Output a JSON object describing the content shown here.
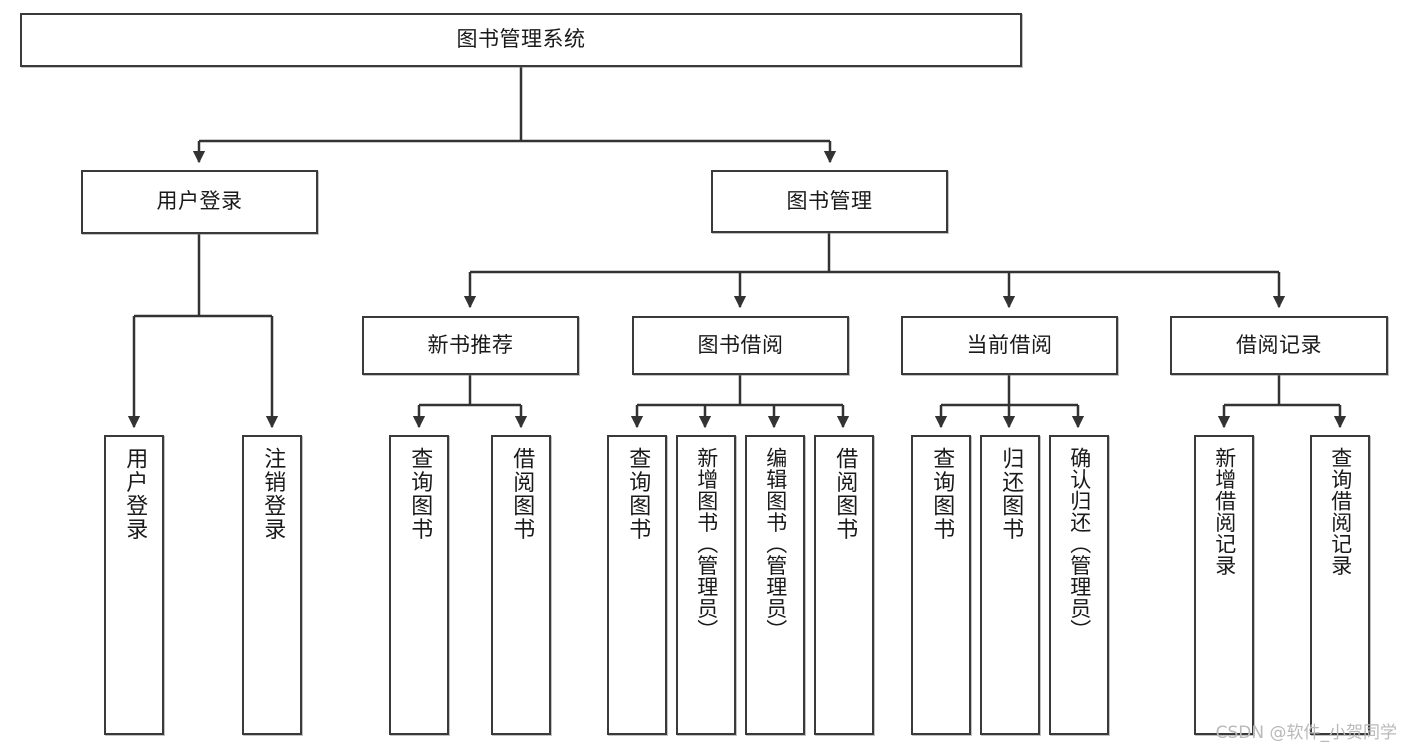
{
  "diagram": {
    "type": "tree-hierarchy",
    "title": "图书管理系统",
    "root": {
      "id": "root",
      "label": "图书管理系统",
      "orientation": "horizontal"
    },
    "level1": [
      {
        "id": "user-login",
        "label": "用户登录",
        "orientation": "horizontal"
      },
      {
        "id": "book-management",
        "label": "图书管理",
        "orientation": "horizontal"
      }
    ],
    "level2": [
      {
        "id": "new-book-recommend",
        "label": "新书推荐",
        "orientation": "horizontal",
        "parent": "book-management"
      },
      {
        "id": "book-borrow",
        "label": "图书借阅",
        "orientation": "horizontal",
        "parent": "book-management"
      },
      {
        "id": "current-borrow",
        "label": "当前借阅",
        "orientation": "horizontal",
        "parent": "book-management"
      },
      {
        "id": "borrow-record",
        "label": "借阅记录",
        "orientation": "horizontal",
        "parent": "book-management"
      }
    ],
    "leaves": {
      "user_login": [
        {
          "id": "leaf-user-login",
          "label": "用户登录"
        },
        {
          "id": "leaf-user-logout",
          "label": "注销登录"
        }
      ],
      "new_book_recommend": [
        {
          "id": "leaf-query-book-1",
          "label": "查询图书"
        },
        {
          "id": "leaf-borrow-book-1",
          "label": "借阅图书"
        }
      ],
      "book_borrow": [
        {
          "id": "leaf-query-book-2",
          "label": "查询图书"
        },
        {
          "id": "leaf-add-book",
          "label": "新增图书（管理员）"
        },
        {
          "id": "leaf-edit-book",
          "label": "编辑图书（管理员）"
        },
        {
          "id": "leaf-borrow-book-2",
          "label": "借阅图书"
        }
      ],
      "current_borrow": [
        {
          "id": "leaf-query-book-3",
          "label": "查询图书"
        },
        {
          "id": "leaf-return-book",
          "label": "归还图书"
        },
        {
          "id": "leaf-confirm-return",
          "label": "确认归还（管理员）"
        }
      ],
      "borrow_record": [
        {
          "id": "leaf-add-record",
          "label": "新增借阅记录"
        },
        {
          "id": "leaf-query-record",
          "label": "查询借阅记录"
        }
      ]
    }
  },
  "watermark": {
    "text": "CSDN @软件_小贺同学"
  },
  "colors": {
    "background": "#ffffff",
    "box_border": "#3a3a3a",
    "box_fill": "#ffffff",
    "text": "#1a1a1a",
    "connector": "#333333",
    "watermark": "#b9b9b9"
  }
}
